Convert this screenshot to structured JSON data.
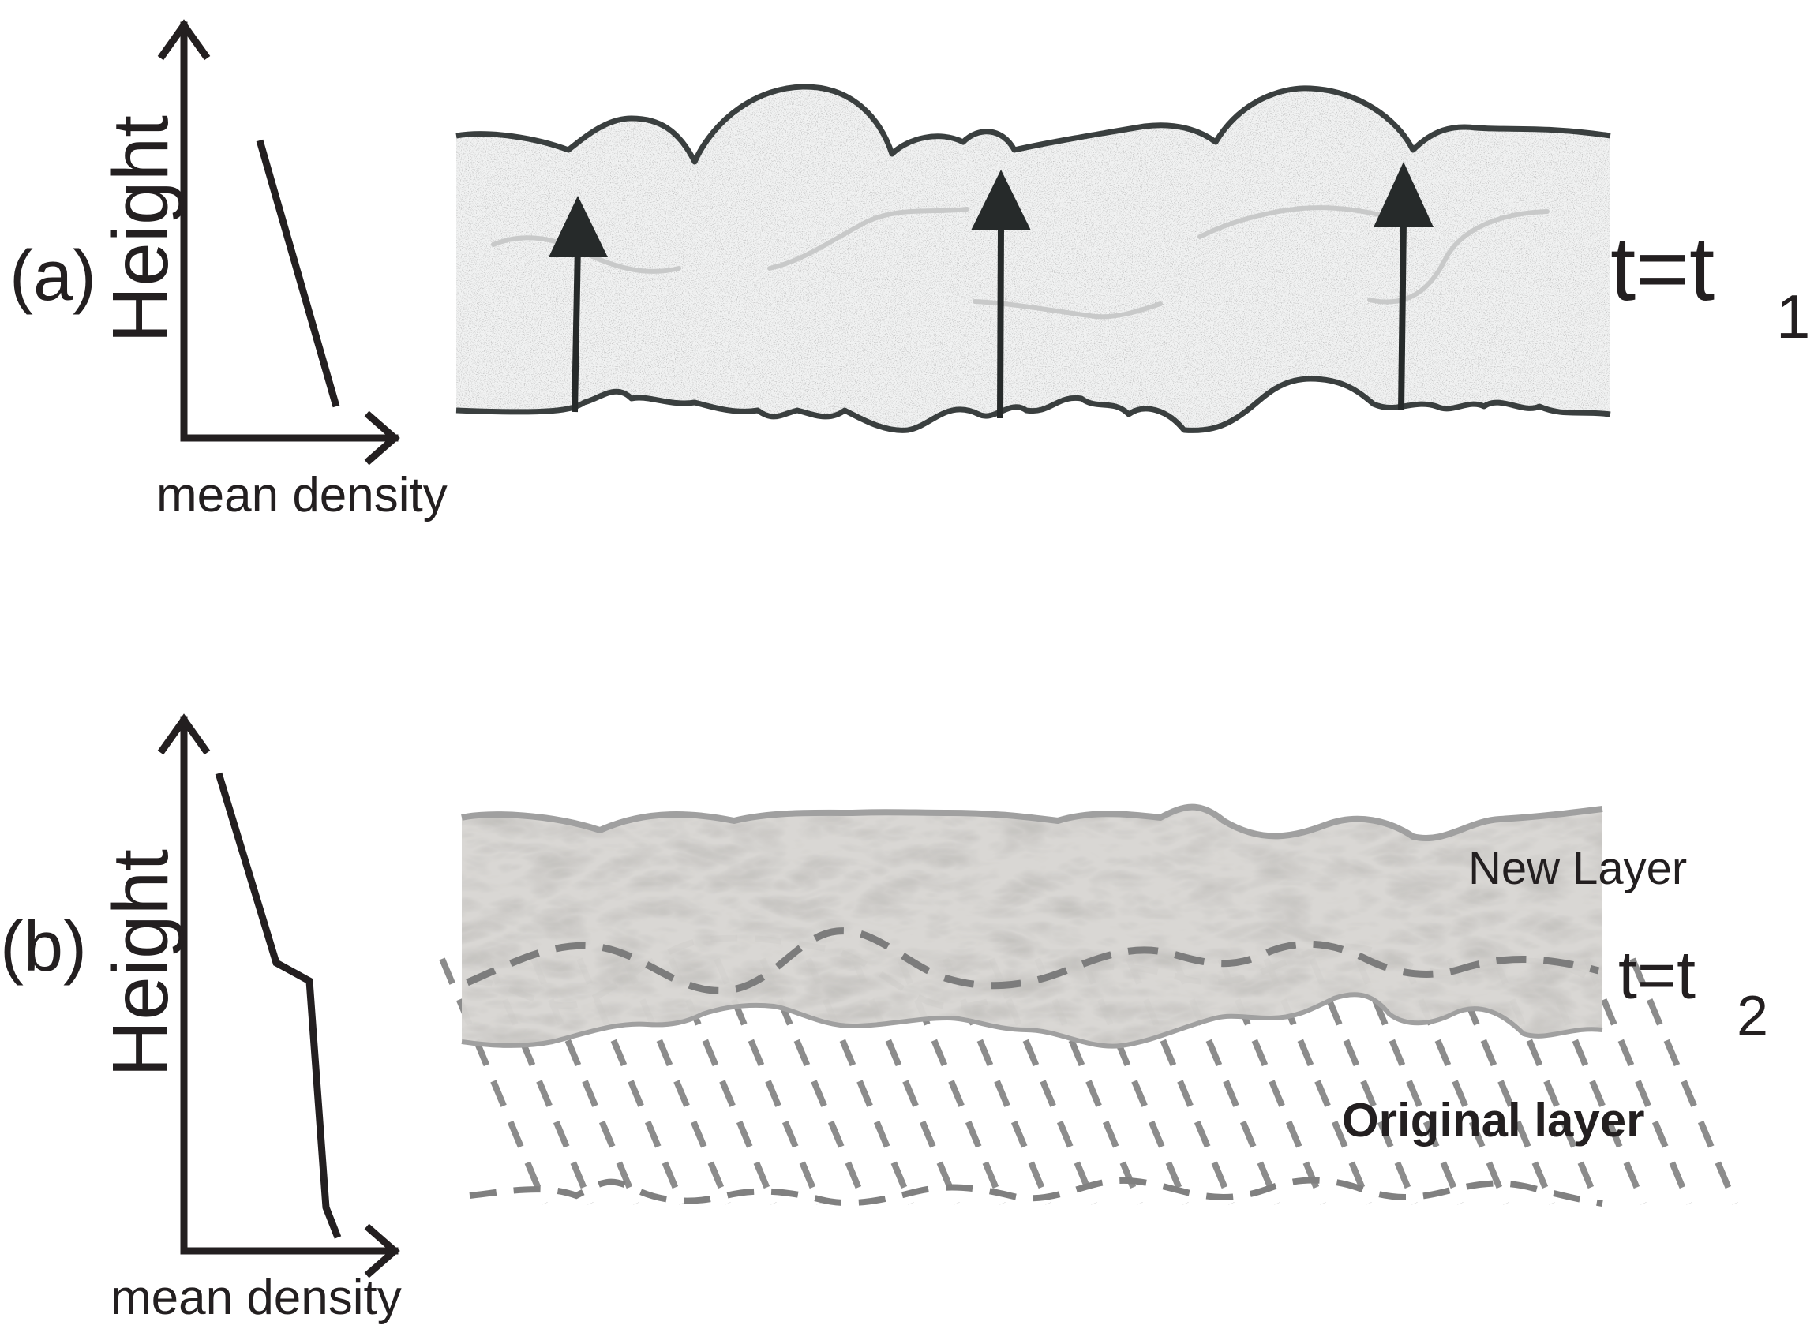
{
  "panel_a": {
    "label": "(a)",
    "y_axis_label": "Height",
    "x_axis_label": "mean density",
    "time_prefix": "t=t",
    "time_subscript": "1"
  },
  "panel_b": {
    "label": "(b)",
    "y_axis_label": "Height",
    "x_axis_label": "mean density",
    "time_prefix": "t=t",
    "time_subscript": "2",
    "new_layer_label": "New Layer",
    "original_layer_label": "Original layer"
  },
  "colors": {
    "ink": "#231f20",
    "layer_a_fill": "#f1f2f2",
    "layer_a_outline": "#3a3f3f",
    "new_layer_fill": "#d7d5d2",
    "new_layer_outline": "#9a9a9a",
    "dashes": "#8c8c8c"
  }
}
